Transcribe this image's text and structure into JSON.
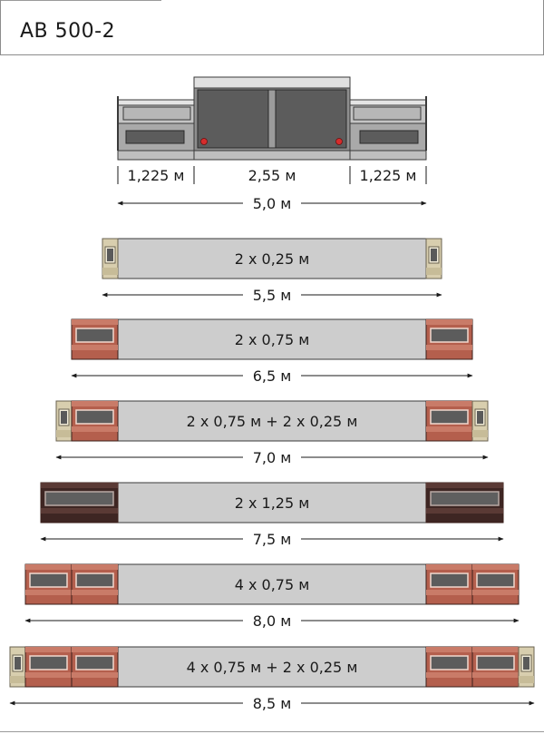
{
  "title": "AB 500-2",
  "colors": {
    "screed_body": "#cdcdcd",
    "machine_dark": "#5c5c5c",
    "ext_small": "#d8ceae",
    "ext_red": "#b45f4d",
    "ext_brown": "#3e2623"
  },
  "machine": {
    "dims": [
      "1,225 м",
      "2,55 м",
      "1,225 м"
    ],
    "total": "5,0 м"
  },
  "configs": [
    {
      "label": "2 x 0,25 м",
      "total": "5,5 м",
      "left": [
        "small"
      ],
      "right": [
        "small"
      ]
    },
    {
      "label": "2 x 0,75 м",
      "total": "6,5 м",
      "left": [
        "red"
      ],
      "right": [
        "red"
      ]
    },
    {
      "label": "2 x 0,75 м + 2 x 0,25 м",
      "total": "7,0 м",
      "left": [
        "small",
        "red"
      ],
      "right": [
        "red",
        "small"
      ]
    },
    {
      "label": "2 x 1,25 м",
      "total": "7,5 м",
      "left": [
        "brown"
      ],
      "right": [
        "brown"
      ]
    },
    {
      "label": "4 x 0,75 м",
      "total": "8,0 м",
      "left": [
        "red",
        "red"
      ],
      "right": [
        "red",
        "red"
      ]
    },
    {
      "label": "4 x 0,75 м + 2 x 0,25 м",
      "total": "8,5 м",
      "left": [
        "small",
        "red",
        "red"
      ],
      "right": [
        "red",
        "red",
        "small"
      ]
    }
  ]
}
